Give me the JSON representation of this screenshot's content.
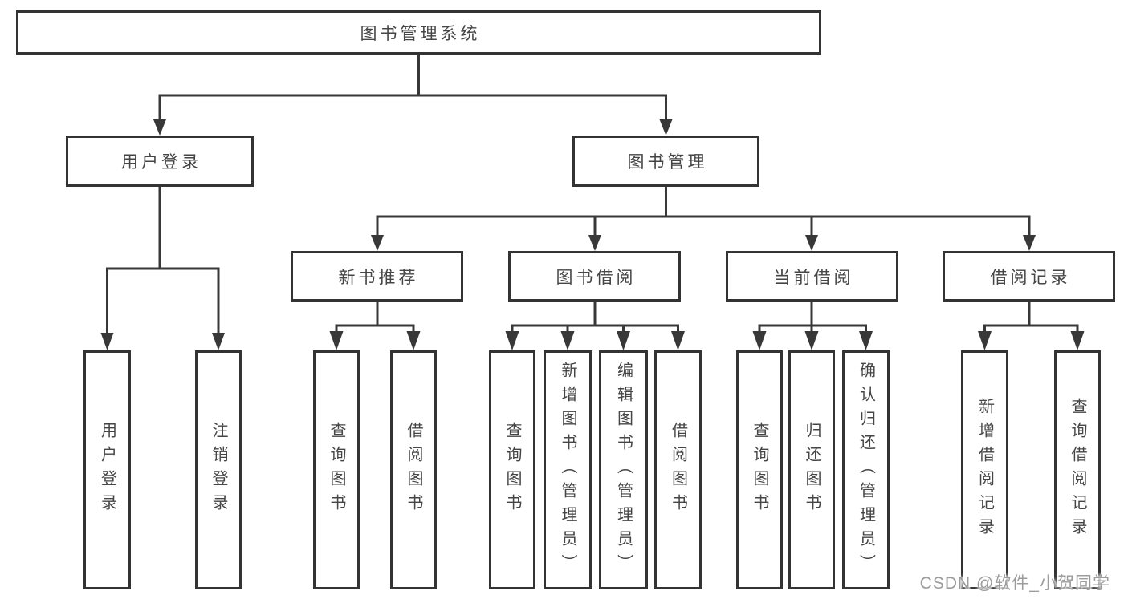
{
  "diagram_title": "图书管理系统",
  "nodes": {
    "root": "图书管理系统",
    "user_login": "用户登录",
    "book_mgmt": "图书管理",
    "new_book_rec": "新书推荐",
    "book_borrow": "图书借阅",
    "current_borrow": "当前借阅",
    "borrow_records": "借阅记录",
    "g1_user_login": "用户登录",
    "g1_logout": "注销登录",
    "g2_query_book": "查询图书",
    "g2_borrow_book": "借阅图书",
    "g3_query_book": "查询图书",
    "g3_add_book": "新增图书（管理员）",
    "g3_edit_book": "编辑图书（管理员）",
    "g3_borrow_book": "借阅图书",
    "g4_query_book": "查询图书",
    "g4_return_book": "归还图书",
    "g4_confirm_return": "确认归还（管理员）",
    "g5_add_record": "新增借阅记录",
    "g5_query_record": "查询借阅记录"
  },
  "watermark": "CSDN @软件_小贺同学",
  "colors": {
    "line": "#383838",
    "box_border": "#333333",
    "text": "#454545",
    "watermark": "#9c9c9c"
  }
}
